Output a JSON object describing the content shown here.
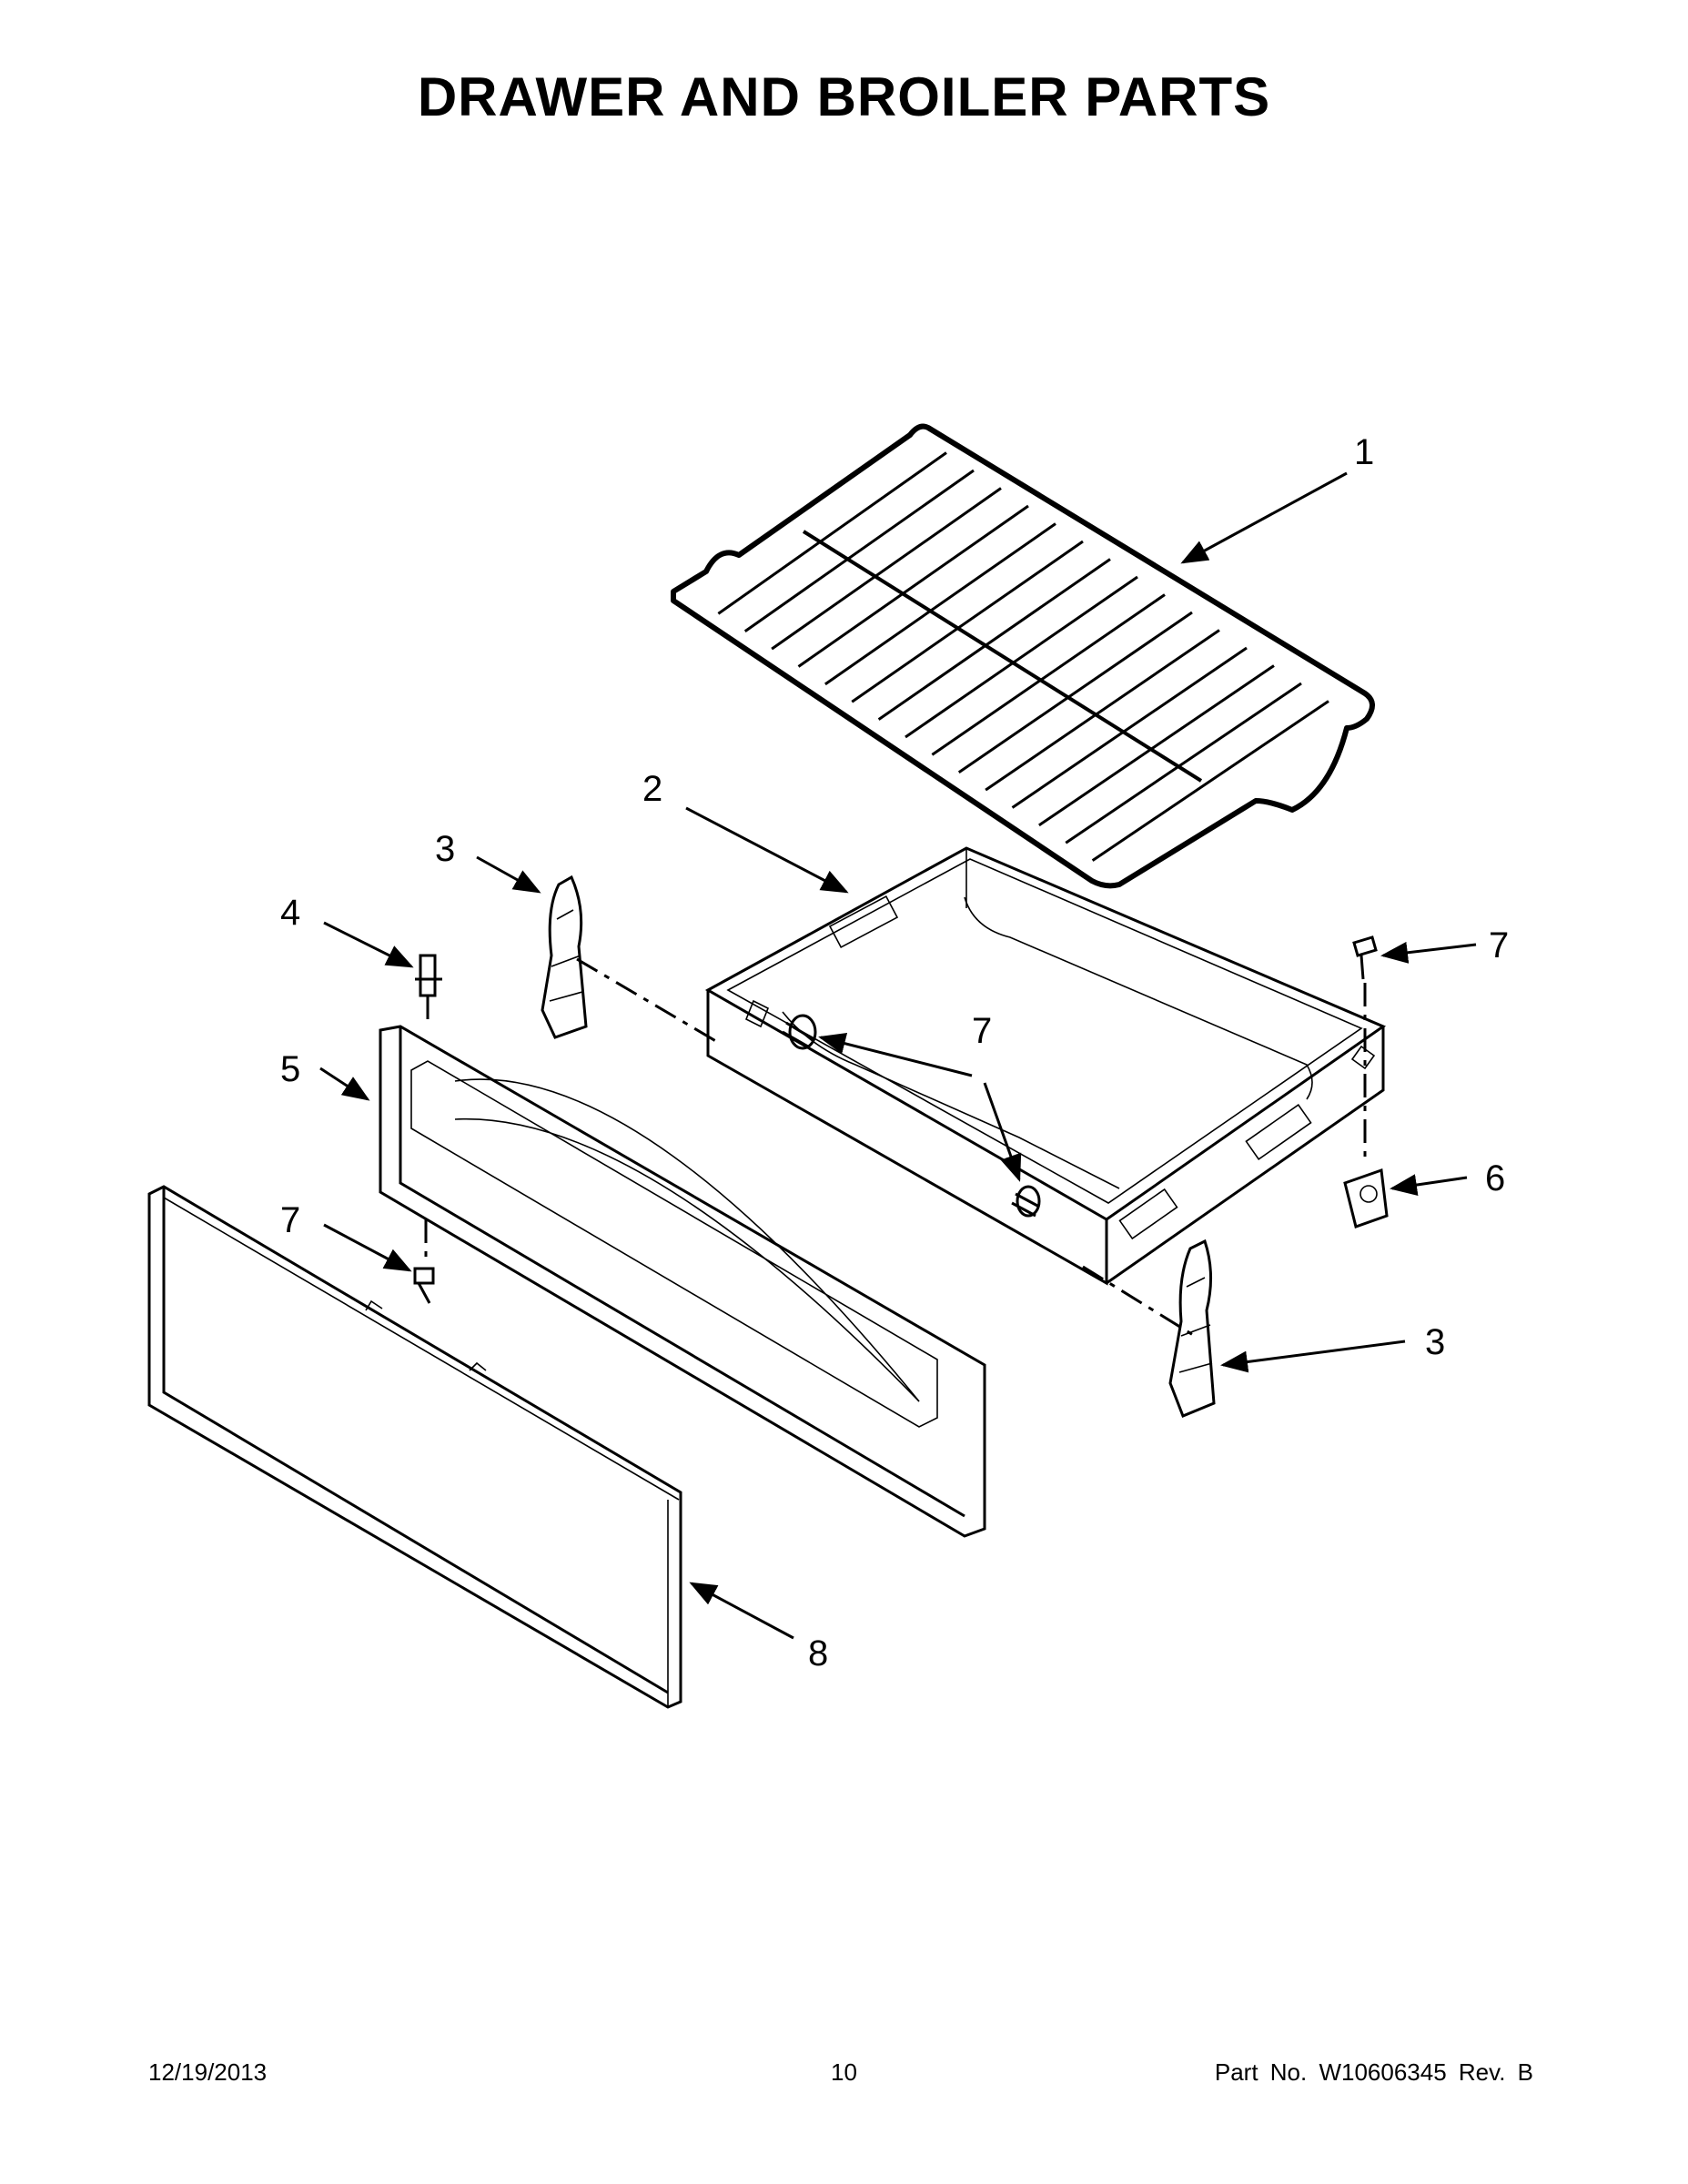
{
  "title": "DRAWER AND BROILER PARTS",
  "callouts": [
    {
      "id": "c1",
      "label": "1"
    },
    {
      "id": "c2",
      "label": "2"
    },
    {
      "id": "c3a",
      "label": "3"
    },
    {
      "id": "c3b",
      "label": "3"
    },
    {
      "id": "c4",
      "label": "4"
    },
    {
      "id": "c5",
      "label": "5"
    },
    {
      "id": "c6",
      "label": "6"
    },
    {
      "id": "c7a",
      "label": "7"
    },
    {
      "id": "c7b",
      "label": "7"
    },
    {
      "id": "c7c",
      "label": "7"
    },
    {
      "id": "c8",
      "label": "8"
    }
  ],
  "footer": {
    "date": "12/19/2013",
    "page": "10",
    "part": "Part No.  W10606345  Rev.  B"
  }
}
